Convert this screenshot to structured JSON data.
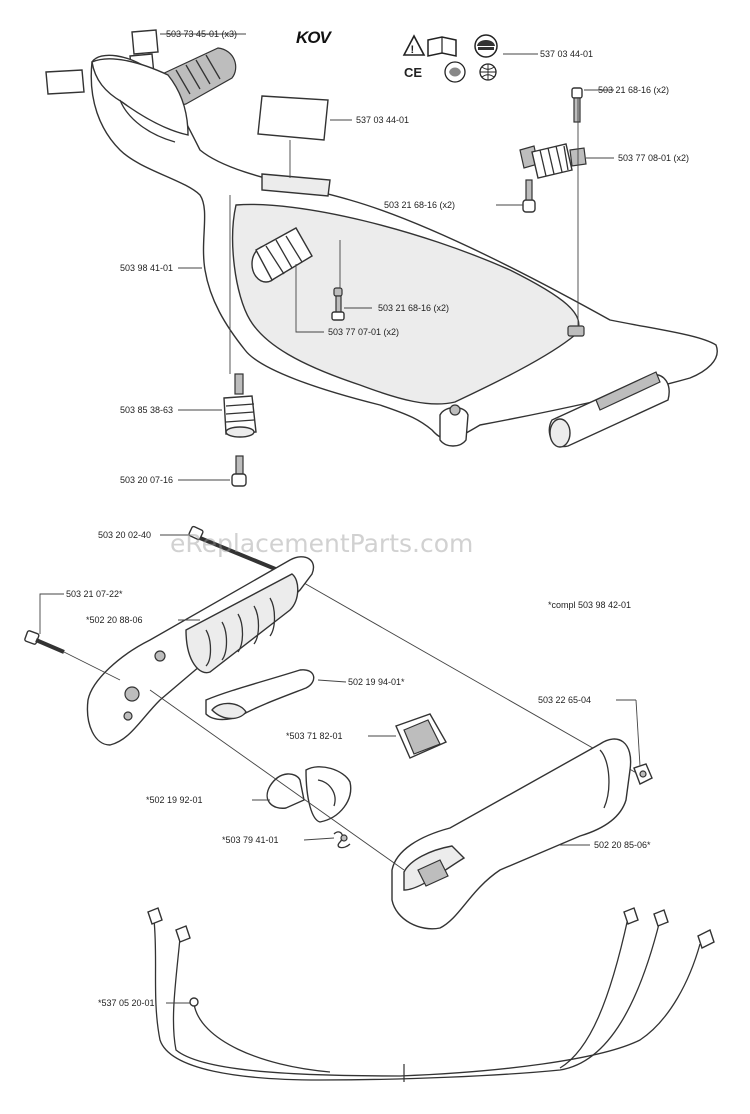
{
  "watermark": "eReplacementParts.com",
  "labels": {
    "decal_x3": "503 73 45-01 (x3)",
    "brand_logo": "KOV",
    "warning_decal": "537 03 44-01",
    "handle_decal": "537 03 44-01",
    "screw_top_x2": "503 21 68-16 (x2)",
    "spring_x2": "503 77 08-01 (x2)",
    "screw_mid_x2": "503 21 68-16 (x2)",
    "front_handle": "503 98 41-01",
    "screw_inner_x2": "503 21 68-16 (x2)",
    "buffer_spring_x2": "503 77 07-01 (x2)",
    "buffer": "503 85 38-63",
    "bottom_screw": "503 20 07-16",
    "long_screw": "503 20 02-40",
    "screw_lower": "503 21 07-22*",
    "handle_half": "*502 20 88-06",
    "compl_note": "*compl 503 98 42-01",
    "throttle_trigger": "502 19 94-01*",
    "switch": "*503 71 82-01",
    "nut": "503 22 65-04",
    "lockout": "*502 19 92-01",
    "spring_small": "*503 79 41-01",
    "rear_grip": "502 20 85-06*",
    "wiring_harness": "*537 05 20-01"
  },
  "icons": [
    "warning-triangle-icon",
    "manual-book-icon",
    "helmet-icon",
    "ce-mark-icon",
    "stop-hands-icon",
    "globe-icon"
  ]
}
